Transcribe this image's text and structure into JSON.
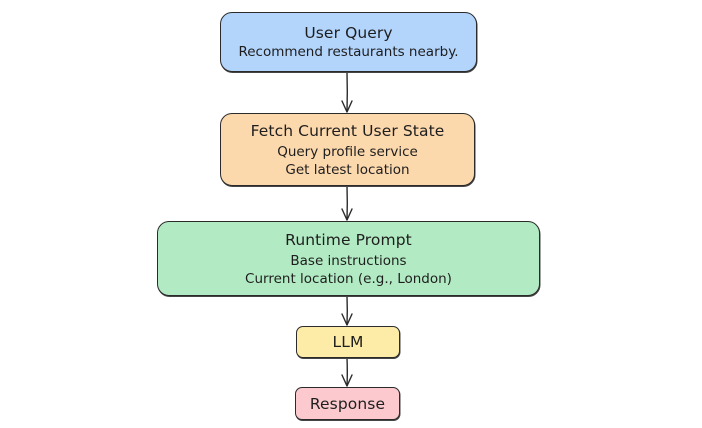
{
  "diagram": {
    "type": "flowchart",
    "direction": "top-to-bottom",
    "nodes": [
      {
        "id": "user-query",
        "title": "User Query",
        "lines": [
          "Recommend restaurants nearby."
        ],
        "fill": "#b3d4fb"
      },
      {
        "id": "fetch-state",
        "title": "Fetch Current User State",
        "lines": [
          "Query profile service",
          "Get latest location"
        ],
        "fill": "#fcd8ad"
      },
      {
        "id": "runtime-prompt",
        "title": "Runtime Prompt",
        "lines": [
          "Base instructions",
          "Current location (e.g., London)"
        ],
        "fill": "#b2ebc3"
      },
      {
        "id": "llm",
        "title": "LLM",
        "lines": [],
        "fill": "#fdeba8"
      },
      {
        "id": "response",
        "title": "Response",
        "lines": [],
        "fill": "#fccace"
      }
    ],
    "edges": [
      {
        "from": "user-query",
        "to": "fetch-state"
      },
      {
        "from": "fetch-state",
        "to": "runtime-prompt"
      },
      {
        "from": "runtime-prompt",
        "to": "llm"
      },
      {
        "from": "llm",
        "to": "response"
      }
    ],
    "stroke_color": "#2b2b2b"
  }
}
